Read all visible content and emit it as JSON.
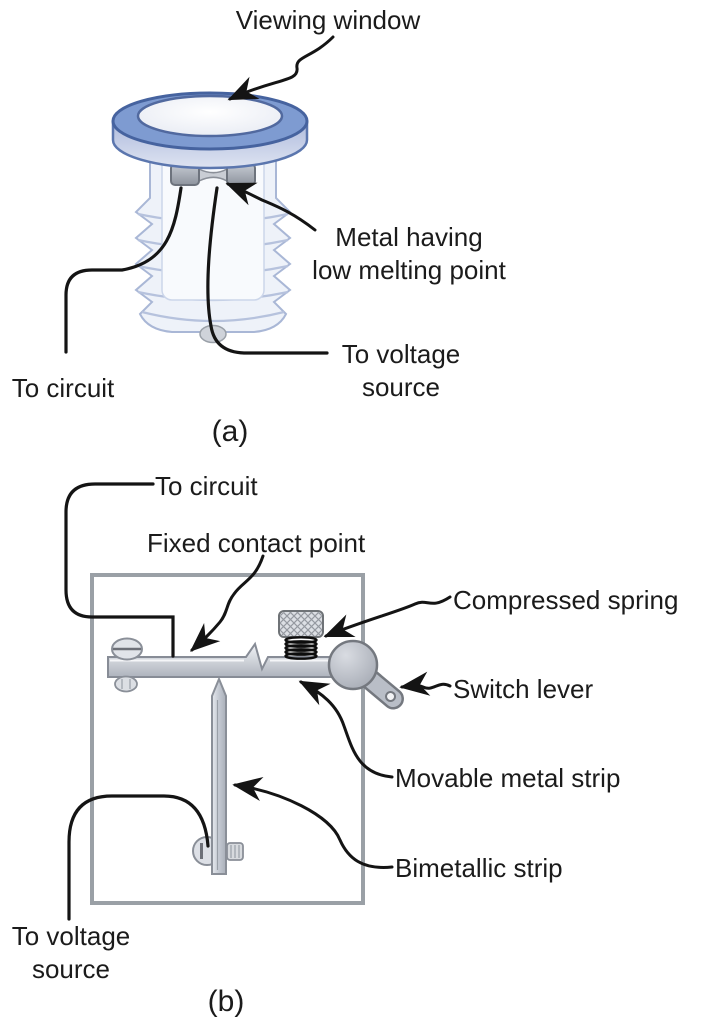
{
  "figure": {
    "panel_a": {
      "caption": "(a)",
      "labels": {
        "viewing_window": "Viewing window",
        "metal_low_melting": "Metal having\nlow melting point",
        "to_circuit": "To circuit",
        "to_voltage_source": "To voltage\nsource"
      }
    },
    "panel_b": {
      "caption": "(b)",
      "labels": {
        "to_circuit": "To circuit",
        "fixed_contact_point": "Fixed contact point",
        "compressed_spring": "Compressed spring",
        "switch_lever": "Switch lever",
        "movable_metal_strip": "Movable metal strip",
        "bimetallic_strip": "Bimetallic strip",
        "to_voltage_source": "To voltage\nsource"
      }
    },
    "colors": {
      "label_text": "#1b1b1b",
      "wire_line": "#141414",
      "ring_blue": "#7e9bd1",
      "ring_edge": "#46639f",
      "ring_side_light": "#d9e0ef",
      "fuse_body_tint": "#eef2f9",
      "fuse_body_outline": "#a9b7d6",
      "metal_light": "#f2f4f7",
      "metal_dark": "#aeb3bd",
      "metal_outline": "#878c96",
      "box_border": "#9aa0a6",
      "spring_coil": "#0d0d0d"
    }
  }
}
